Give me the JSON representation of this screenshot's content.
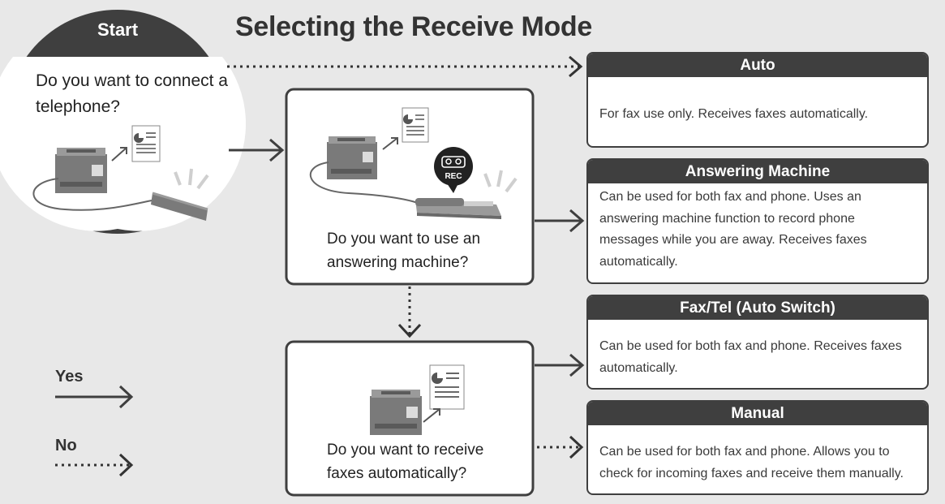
{
  "title": "Selecting the Receive Mode",
  "start": {
    "header": "Start",
    "question": "Do you want to connect a telephone?"
  },
  "questions": [
    {
      "text": "Do you want to use an answering machine?"
    },
    {
      "text": "Do you want to receive faxes automatically?"
    }
  ],
  "rec_badge": "REC",
  "modes": [
    {
      "name": "Auto",
      "description": "For fax use only. Receives faxes automatically."
    },
    {
      "name": "Answering Machine",
      "description": "Can be used for both fax and phone. Uses an answering machine function to record phone messages while you are away. Receives faxes automatically."
    },
    {
      "name": "Fax/Tel (Auto Switch)",
      "description": "Can be used for both fax and phone. Receives faxes automatically."
    },
    {
      "name": "Manual",
      "description": "Can be used for both fax and phone. Allows you to check for incoming faxes and receive them manually."
    }
  ],
  "legend": {
    "yes": "Yes",
    "no": "No"
  },
  "colors": {
    "dark": "#3f3f3f",
    "background": "#e8e8e8",
    "box_fill": "#ffffff"
  }
}
